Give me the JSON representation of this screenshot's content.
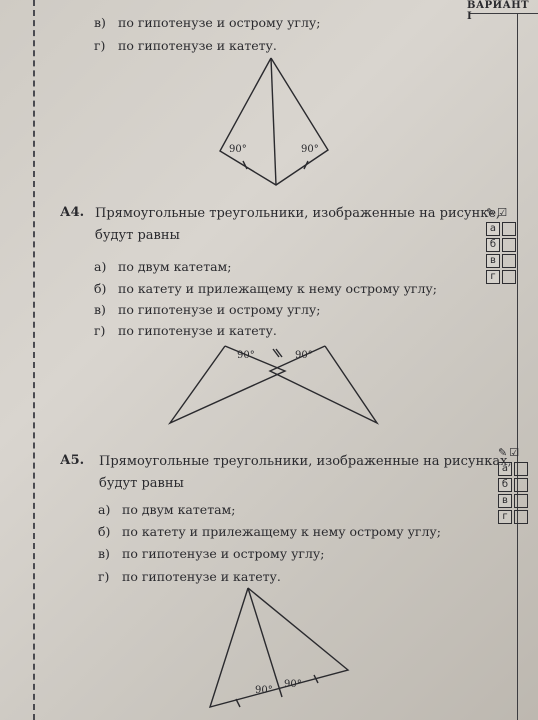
{
  "header": "ВАРИАНТ I",
  "prev_options": [
    {
      "letter": "в)",
      "text": "по гипотенузе и острому углу;"
    },
    {
      "letter": "г)",
      "text": "по гипотенузе и катету."
    }
  ],
  "q4": {
    "num": "А4.",
    "text": "Прямоугольные треугольники, изображенные на рисунке, будут равны",
    "options": [
      {
        "letter": "а)",
        "text": "по двум катетам;"
      },
      {
        "letter": "б)",
        "text": "по катету и прилежащему к нему острому углу;"
      },
      {
        "letter": "в)",
        "text": "по гипотенузе и острому углу;"
      },
      {
        "letter": "г)",
        "text": "по гипотенузе и катету."
      }
    ]
  },
  "q5": {
    "num": "А5.",
    "text": "Прямоугольные треугольники, изображенные на рисунках, будут равны",
    "options": [
      {
        "letter": "а)",
        "text": "по двум катетам;"
      },
      {
        "letter": "б)",
        "text": "по катету и прилежащему к нему острому углу;"
      },
      {
        "letter": "в)",
        "text": "по гипотенузе и острому углу;"
      },
      {
        "letter": "г)",
        "text": "по гипотенузе и катету."
      }
    ]
  },
  "answer_letters": [
    "а",
    "б",
    "в",
    "г"
  ],
  "answer_icons": {
    "pen": "✎",
    "check": "☑"
  },
  "angle_label": "90°"
}
